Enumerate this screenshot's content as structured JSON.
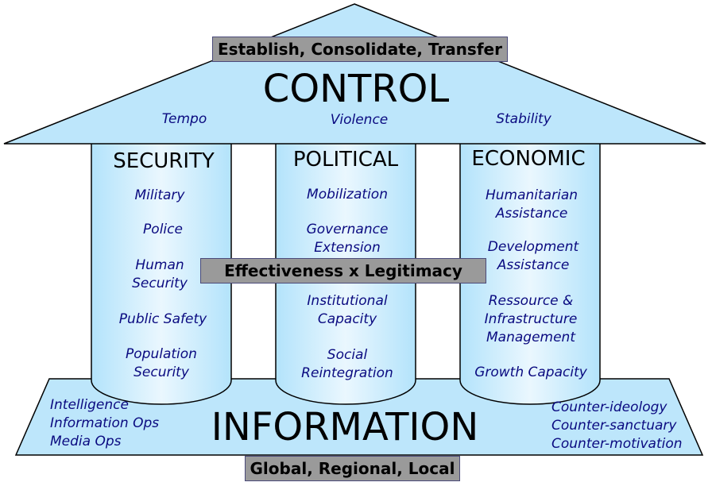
{
  "roof": {
    "banner": "Establish, Consolidate, Transfer",
    "title": "CONTROL",
    "items": [
      "Tempo",
      "Violence",
      "Stability"
    ]
  },
  "pillars": [
    {
      "title": "SECURITY",
      "items": [
        "Military",
        "Police",
        "Human\nSecurity",
        "Public Safety",
        "Population\nSecurity"
      ]
    },
    {
      "title": "POLITICAL",
      "items": [
        "Mobilization",
        "Governance\nExtension",
        "Institutional\nCapacity",
        "Social\nReintegration"
      ]
    },
    {
      "title": "ECONOMIC",
      "items": [
        "Humanitarian\nAssistance",
        "Development\nAssistance",
        "Ressource &\nInfrastructure\nManagement",
        "Growth Capacity"
      ]
    }
  ],
  "center_banner": "Effectiveness x Legitimacy",
  "base": {
    "title": "INFORMATION",
    "banner": "Global, Regional, Local",
    "left_items": "Intelligence\nInformation Ops\nMedia Ops",
    "right_items": "Counter-ideology\nCounter-sanctuary\nCounter-motivation"
  },
  "colors": {
    "fill_light": "#bde6fb",
    "fill_pillar_edge": "#b3e3fb",
    "fill_pillar_center": "#eaf7fe",
    "banner_gray": "#9a9a9a",
    "text_italic": "#0a0a80"
  }
}
